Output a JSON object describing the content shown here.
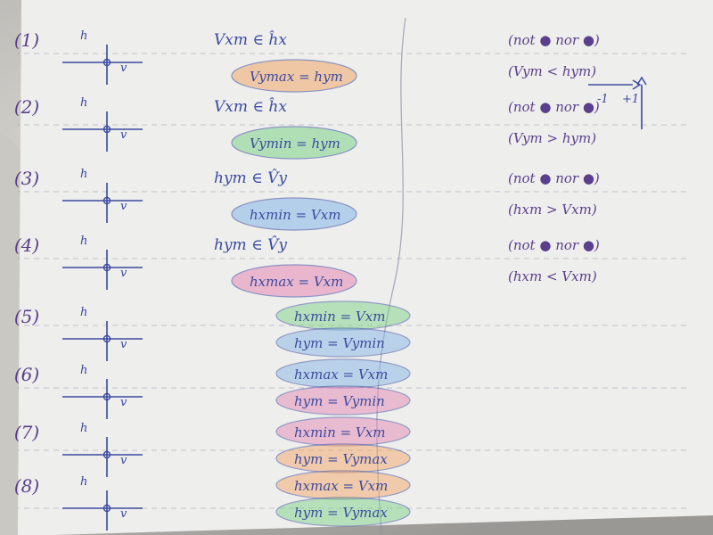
{
  "photo": {
    "colors": {
      "desk": "#b9b6b1",
      "desk_dark": "#8e8c88",
      "paper": "#eeeeec",
      "paper_shadow": "#d9d8d4",
      "ink_blue": "#3a4aa0",
      "ink_purple": "#5a3f8c",
      "ink_grey": "#8b8fa8",
      "ink_red": "#c0392b",
      "hl_green": "#7ed38a",
      "hl_orange": "#f3a86a",
      "hl_pink": "#e68ab6",
      "hl_blue": "#86b7ea",
      "hl_yellow": "#e9df72"
    },
    "cases": [
      {
        "label": "(1)",
        "h": "h",
        "v": "v",
        "rule": "Vxm ∈ ĥx",
        "cond": "(not ● nor ●)",
        "assign": "Vymax = hym",
        "compare": "(Vym < hym)"
      },
      {
        "label": "(2)",
        "h": "h",
        "v": "v",
        "rule": "Vxm ∈ ĥx",
        "cond": "(not ● nor ●)",
        "assign": "Vymin = hym",
        "compare": "(Vym > hym)"
      },
      {
        "label": "(3)",
        "h": "h",
        "v": "v",
        "rule": "hym ∈ V̂y",
        "cond": "(not ● nor ●)",
        "assign": "hxmin = Vxm",
        "compare": "(hxm > Vxm)"
      },
      {
        "label": "(4)",
        "h": "h",
        "v": "v",
        "rule": "hym ∈ V̂y",
        "cond": "(not ● nor ●)",
        "assign": "hxmax = Vxm",
        "compare": "(hxm < Vxm)"
      },
      {
        "label": "(5)",
        "h": "h",
        "v": "v",
        "line1": "hxmin = Vxm",
        "line2": "hym = Vymin"
      },
      {
        "label": "(6)",
        "h": "h",
        "v": "v",
        "line1": "hxmax = Vxm",
        "line2": "hym = Vymin"
      },
      {
        "label": "(7)",
        "h": "h",
        "v": "v",
        "line1": "hxmin = Vxm",
        "line2": "hym = Vymax"
      },
      {
        "label": "(8)",
        "h": "h",
        "v": "v",
        "line1": "hxmax = Vxm",
        "line2": "hym = Vymax"
      }
    ],
    "legend": {
      "plus": "+1",
      "minus": "-1"
    }
  }
}
